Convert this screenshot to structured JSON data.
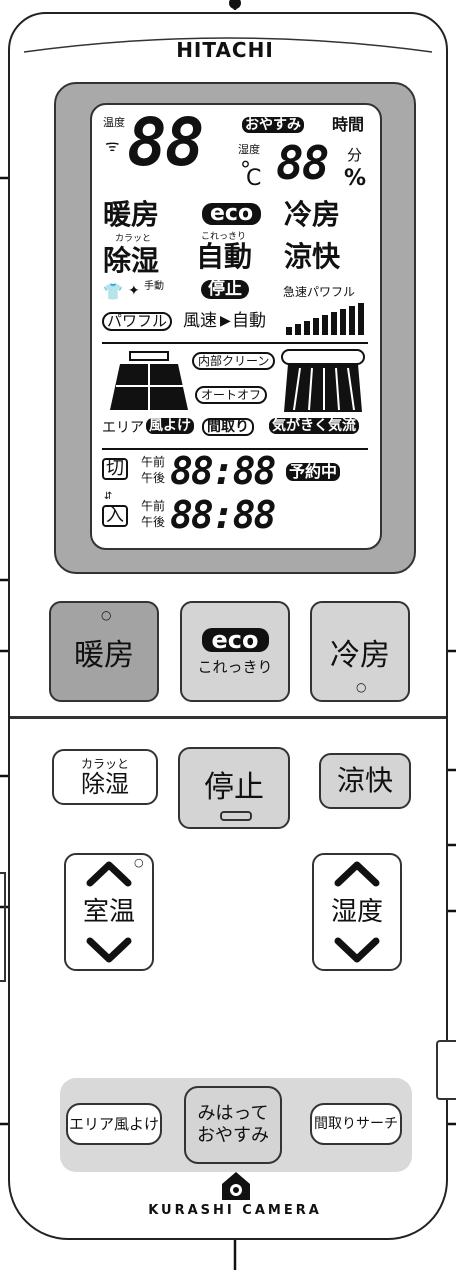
{
  "brand": "HITACHI",
  "lcd": {
    "temp_label": "温度",
    "temp_digits": "88",
    "oyasumi": "おやすみ",
    "time_label": "時間",
    "hum_label": "湿度",
    "celsius": "C",
    "hum_digits": "88",
    "minutes": "分",
    "percent": "%",
    "mode_heat": "暖房",
    "eco": "eco",
    "mode_cool": "冷房",
    "karatto": "カラッと",
    "koreki": "これっきり",
    "mode_dehum": "除湿",
    "mode_auto": "自動",
    "mode_ryokai": "涼快",
    "manual": "手動",
    "stop": "停止",
    "kyusoku_power": "急速パワフル",
    "powerful": "パワフル",
    "fusoku": "風速",
    "fusoku_auto": "自動",
    "naibu_clean": "内部クリーン",
    "auto_off": "オートオフ",
    "area": "エリア",
    "kaze_yoke": "風よけ",
    "madori": "間取り",
    "kigakiku": "気がきく気流",
    "off_label": "切",
    "on_label": "入",
    "am": "午前",
    "pm": "午後",
    "off_time": "88:88",
    "on_time": "88:88",
    "yoyaku": "予約中"
  },
  "buttons": {
    "heat": "暖房",
    "eco": "eco",
    "eco_sub": "これっきり",
    "cool": "冷房",
    "dehum_top": "カラッと",
    "dehum": "除湿",
    "stop": "停止",
    "ryokai": "涼快",
    "room_temp": "室温",
    "humidity": "湿度",
    "area_kaze": "エリア風よけ",
    "mihatte_1": "みはって",
    "mihatte_2": "おやすみ",
    "madori_search": "間取りサーチ"
  },
  "camera_label": "KURASHI CAMERA"
}
